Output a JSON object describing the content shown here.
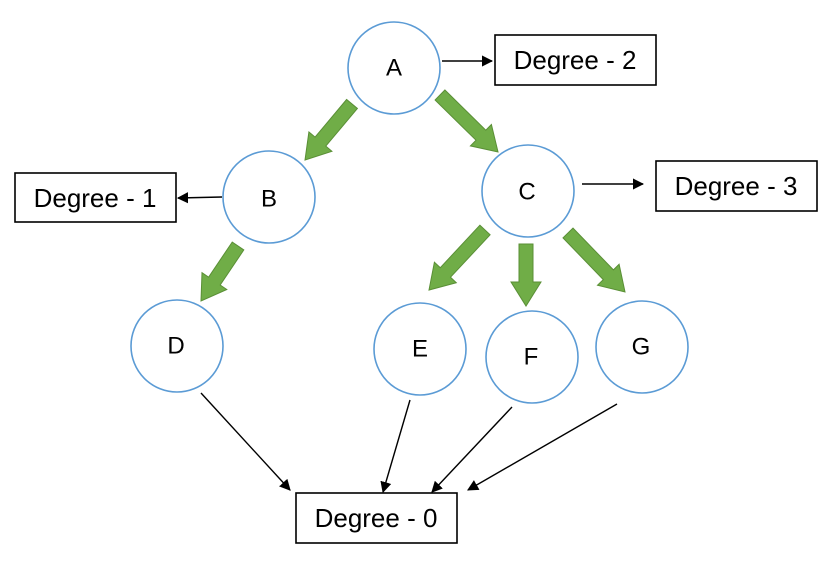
{
  "colors": {
    "node_border": "#5b9bd5",
    "tree_edge": "#70ad47",
    "annotation_arrow": "#000000"
  },
  "nodes": {
    "A": {
      "label": "A"
    },
    "B": {
      "label": "B"
    },
    "C": {
      "label": "C"
    },
    "D": {
      "label": "D"
    },
    "E": {
      "label": "E"
    },
    "F": {
      "label": "F"
    },
    "G": {
      "label": "G"
    }
  },
  "tree_edges": [
    {
      "from": "A",
      "to": "B"
    },
    {
      "from": "A",
      "to": "C"
    },
    {
      "from": "B",
      "to": "D"
    },
    {
      "from": "C",
      "to": "E"
    },
    {
      "from": "C",
      "to": "F"
    },
    {
      "from": "C",
      "to": "G"
    }
  ],
  "degree_labels": {
    "A": {
      "text": "Degree - 2"
    },
    "B": {
      "text": "Degree - 1"
    },
    "C": {
      "text": "Degree - 3"
    },
    "leaves": {
      "text": "Degree - 0",
      "nodes": [
        "D",
        "E",
        "F",
        "G"
      ]
    }
  }
}
